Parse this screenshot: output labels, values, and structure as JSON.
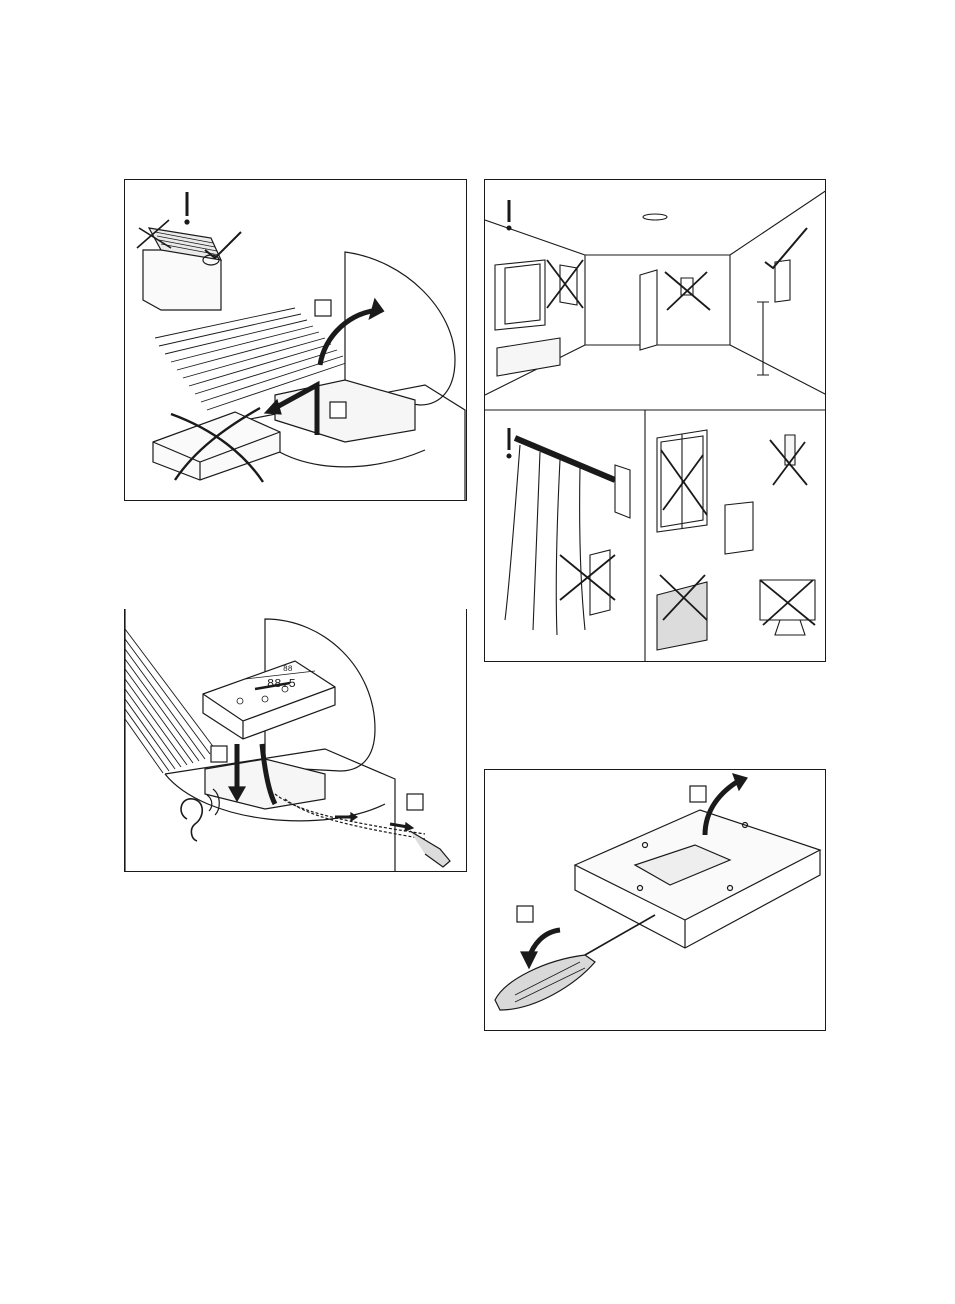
{
  "panels": [
    {
      "id": "p1",
      "step_boxes": [
        "",
        ""
      ]
    },
    {
      "id": "p2",
      "step_boxes": [
        "",
        ""
      ]
    },
    {
      "id": "p3",
      "subpanels": 3
    },
    {
      "id": "p4",
      "step_boxes": [
        "",
        ""
      ]
    }
  ],
  "display": {
    "readout": "88.5",
    "small": "88"
  },
  "colors": {
    "line": "#1a1a1a",
    "fill": "#f2f2f2",
    "shade": "#dcdcdc"
  },
  "icons": [
    "exclamation-icon",
    "check-icon",
    "cross-icon",
    "hearing-icon",
    "arrow-icon"
  ]
}
